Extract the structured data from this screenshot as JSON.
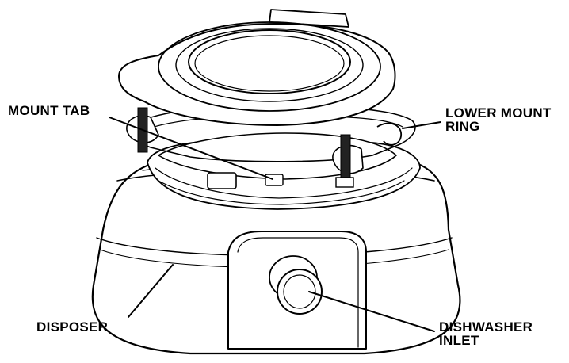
{
  "labels": {
    "mount_tab": "MOUNT TAB",
    "lower_mount_ring_1": "LOWER MOUNT",
    "lower_mount_ring_2": "RING",
    "disposer": "DISPOSER",
    "dishwasher_inlet_1": "DISHWASHER",
    "dishwasher_inlet_2": "INLET"
  }
}
